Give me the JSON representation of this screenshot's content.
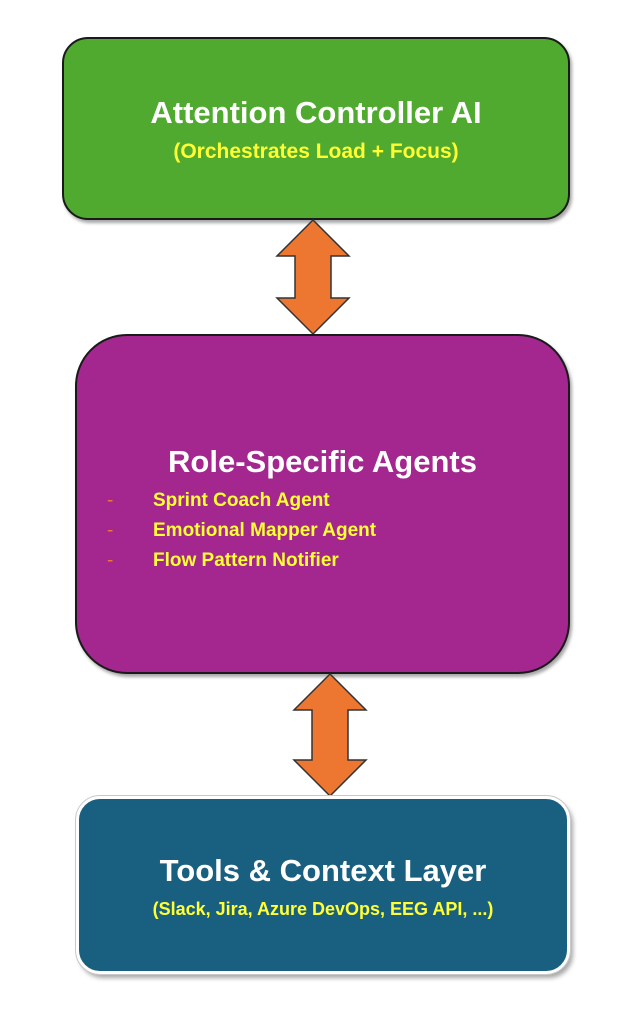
{
  "colors": {
    "top_fill": "#4faa2f",
    "mid_fill": "#a3278f",
    "bot_fill": "#185f80",
    "accent_text": "#ffff33",
    "arrow_fill": "#ed7730",
    "arrow_stroke": "#333333",
    "title_text": "#ffffff"
  },
  "nodes": {
    "controller": {
      "title": "Attention Controller AI",
      "subtitle": "(Orchestrates Load + Focus)"
    },
    "agents": {
      "title": "Role-Specific Agents",
      "items": [
        {
          "marker": "-",
          "label": "Sprint Coach Agent"
        },
        {
          "marker": "-",
          "label": "Emotional Mapper Agent"
        },
        {
          "marker": "-",
          "label": "Flow Pattern Notifier"
        }
      ]
    },
    "tools": {
      "title": "Tools & Context Layer",
      "subtitle": "(Slack, Jira, Azure DevOps, EEG API, ...)"
    }
  },
  "edges": [
    {
      "from": "controller",
      "to": "agents",
      "direction": "bidirectional"
    },
    {
      "from": "agents",
      "to": "tools",
      "direction": "bidirectional"
    }
  ]
}
